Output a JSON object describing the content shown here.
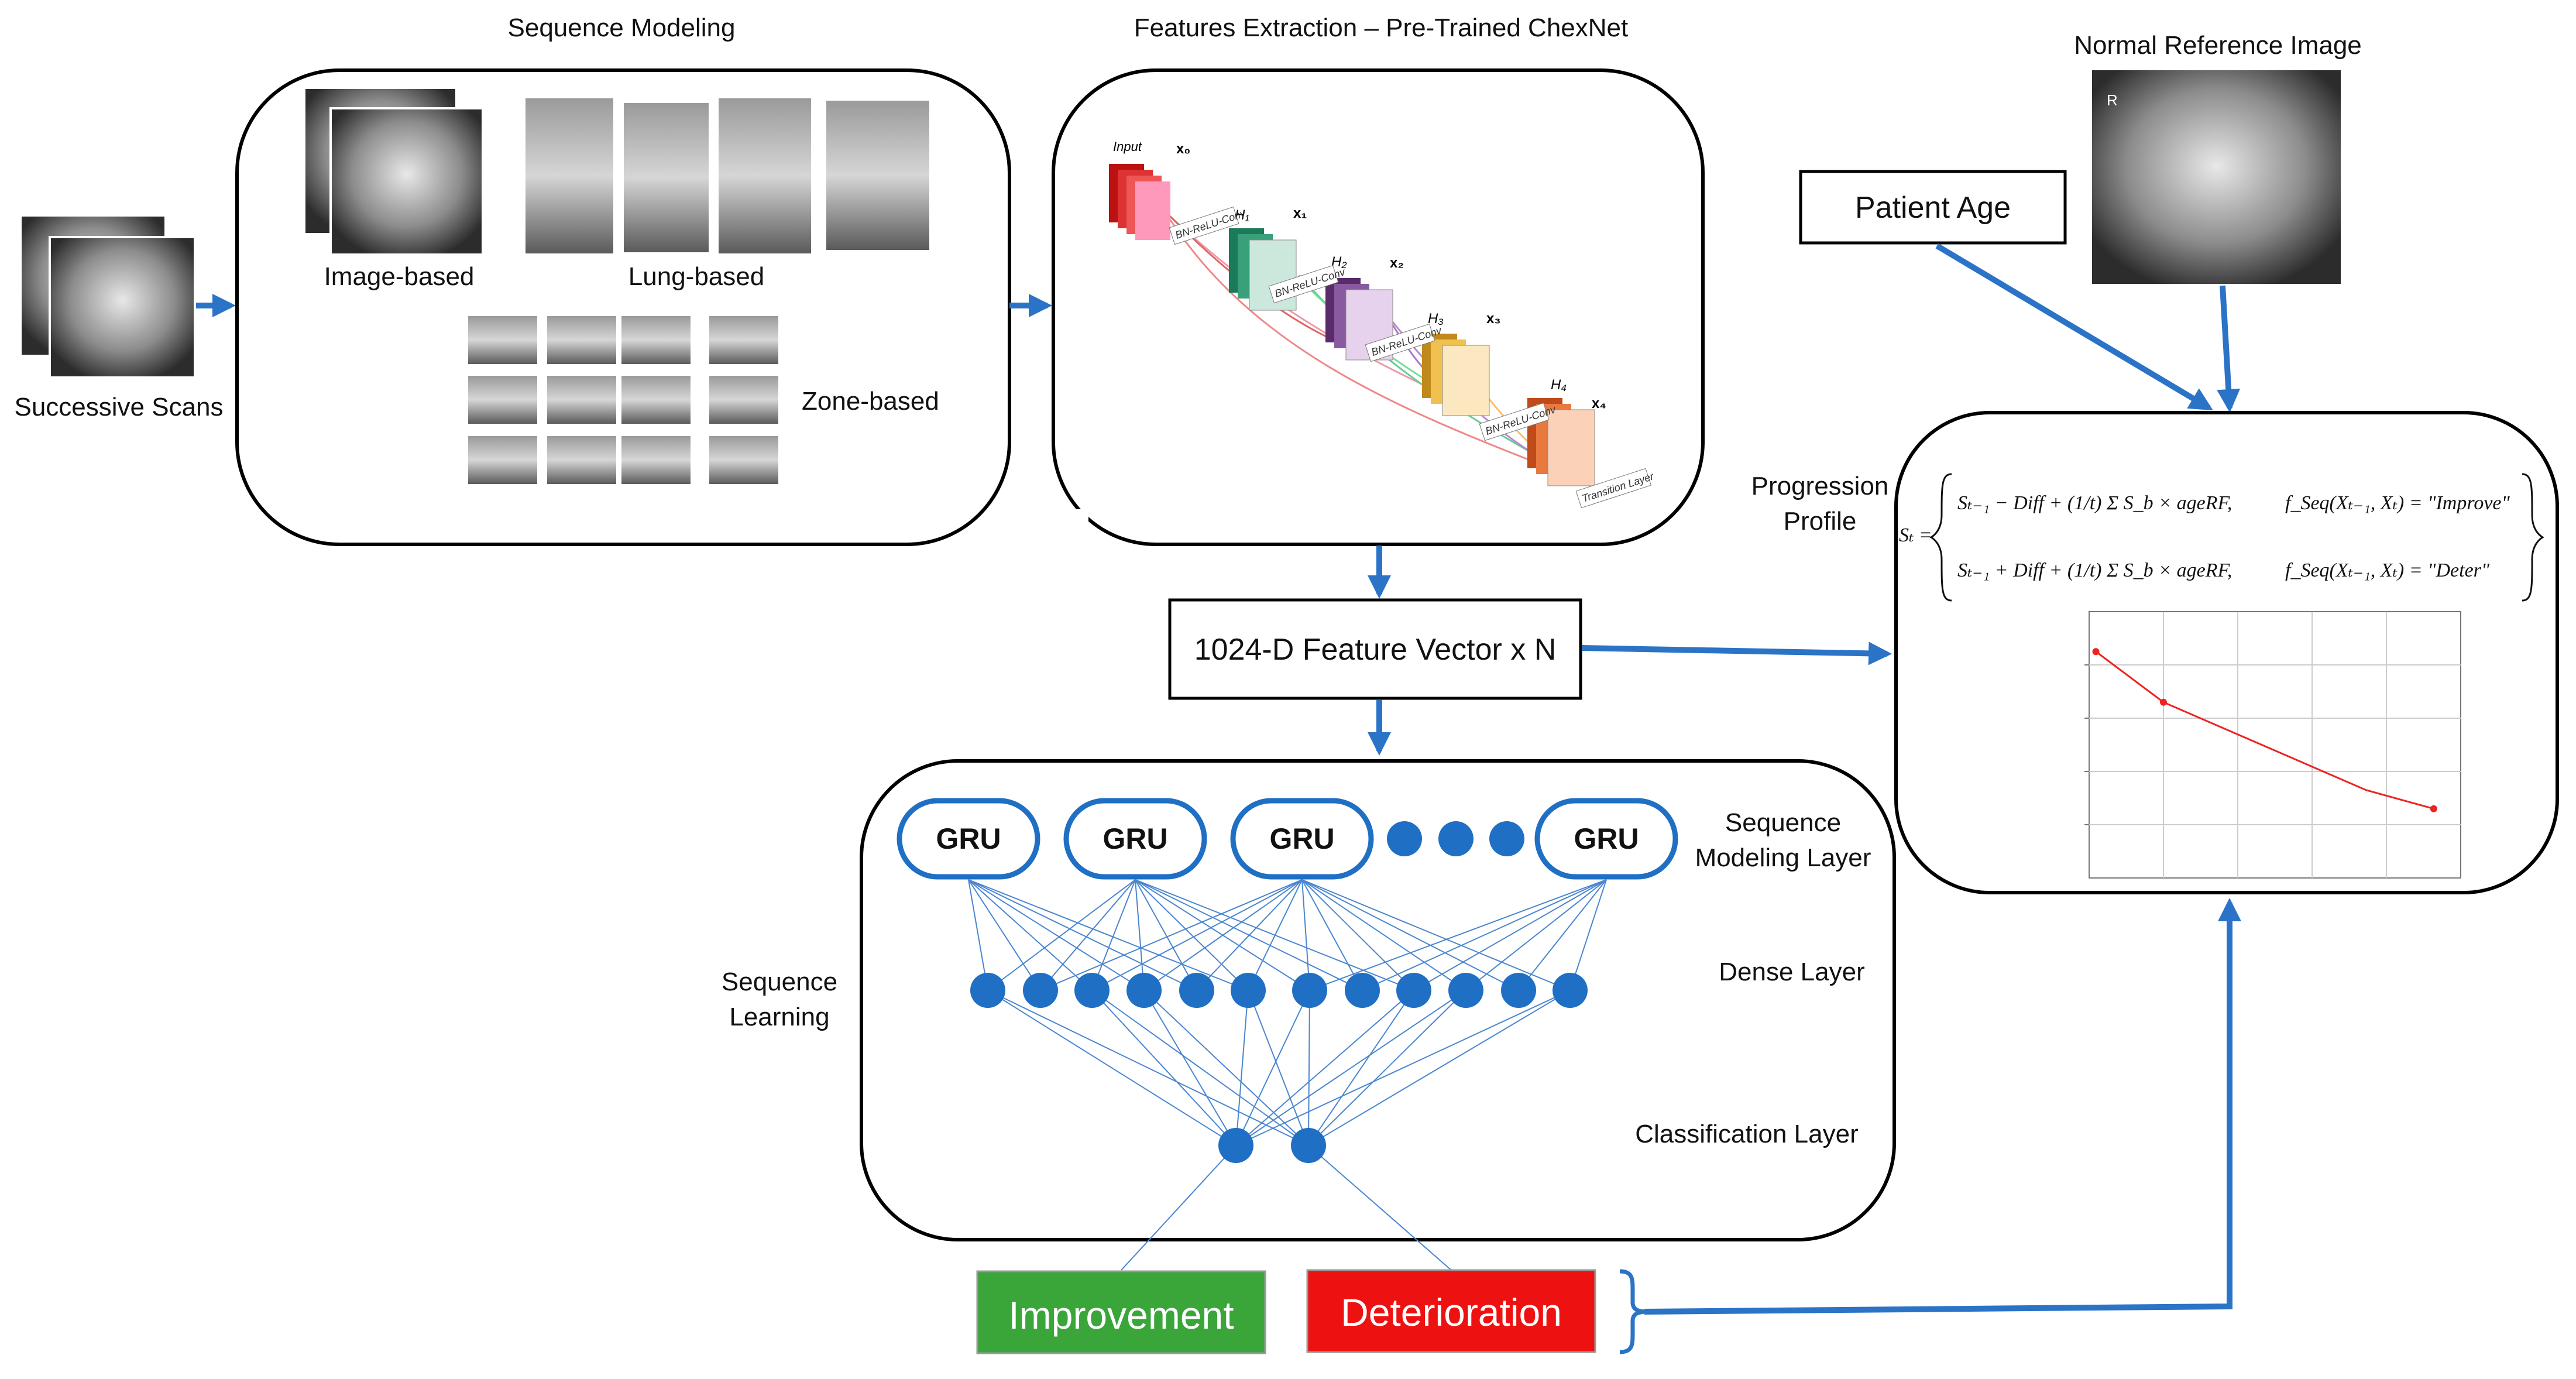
{
  "labels": {
    "sequence_modeling": "Sequence Modeling",
    "features_extraction": "Features Extraction – Pre-Trained ChexNet",
    "normal_reference": "Normal Reference Image",
    "successive_scans": "Successive Scans",
    "image_based": "Image-based",
    "lung_based": "Lung-based",
    "zone_based": "Zone-based",
    "patient_age": "Patient Age",
    "progression_profile_1": "Progression",
    "progression_profile_2": "Profile",
    "feature_vector": "1024-D Feature Vector x N",
    "sequence_learning_1": "Sequence",
    "sequence_learning_2": "Learning",
    "seq_modeling_layer_1": "Sequence",
    "seq_modeling_layer_2": "Modeling Layer",
    "dense_layer": "Dense Layer",
    "classification_layer": "Classification Layer",
    "improvement": "Improvement",
    "deterioration": "Deterioration"
  },
  "gru_units": [
    "GRU",
    "GRU",
    "GRU",
    "GRU"
  ],
  "densenet_labels": {
    "input": "Input",
    "x0": "x₀",
    "x1": "x₁",
    "x2": "x₂",
    "x3": "x₃",
    "x4": "x₄",
    "h1": "H₁",
    "h2": "H₂",
    "h3": "H₃",
    "h4": "H₄",
    "bn_relu_conv": "BN-ReLU-Conv",
    "transition": "Transition Layer"
  },
  "formula": {
    "lhs": "Sₜ =",
    "case1_expr": "Sₜ₋₁ − Diff + (1/t) Σ S_b × ageRF,",
    "case1_cond": "f_Seq(Xₜ₋₁, Xₜ) = \"Improve\"",
    "case2_expr": "Sₜ₋₁ + Diff + (1/t) Σ S_b × ageRF,",
    "case2_cond": "f_Seq(Xₜ₋₁, Xₜ) = \"Deter\""
  },
  "progression_chart": {
    "type": "line",
    "x": [
      1,
      2,
      3,
      4,
      5,
      6
    ],
    "values": [
      0.85,
      0.66,
      0.55,
      0.44,
      0.33,
      0.26
    ],
    "xlim": [
      0.9,
      6.4
    ],
    "ylim": [
      0.0,
      1.0
    ],
    "grid": true,
    "color": "#ee2222"
  },
  "colors": {
    "arrow": "#2a73c7",
    "node": "#1f6fc4",
    "improvement": "#3aa63a",
    "deterioration": "#ee1111"
  }
}
